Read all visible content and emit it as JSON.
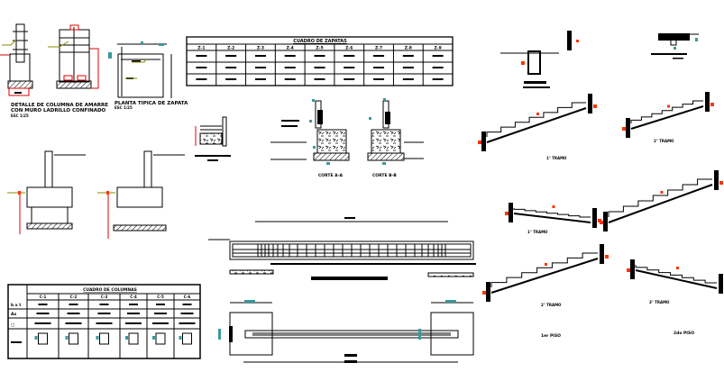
{
  "footing_column_detail": {
    "title_line1": "DETALLE DE COLUMNA DE AMARRE",
    "title_line2": "CON MURO LADRILLO CONFINADO",
    "scale": "ESC 1/25"
  },
  "footing_plan": {
    "title": "PLANTA TIPICA DE ZAPATA",
    "scale": "ESC 1/25"
  },
  "footing_schedule": {
    "title": "CUADRO DE ZAPATAS",
    "columns": [
      "Z-1",
      "Z-2",
      "Z-3",
      "Z-4",
      "Z-5",
      "Z-6",
      "Z-7",
      "Z-8",
      "Z-9"
    ]
  },
  "sections": {
    "corte_a": "CORTE A-A",
    "corte_b": "CORTE B-B"
  },
  "column_schedule": {
    "title": "CUADRO DE COLUMNAS",
    "column_headers": [
      "C-1",
      "C-2",
      "C-3",
      "C-4",
      "C-5",
      "C-6"
    ],
    "row_labels": [
      "b x t",
      "As",
      "□",
      ""
    ]
  },
  "stairs": {
    "first_floor": "1er PISO",
    "second_floor": "2do PISO",
    "flights": [
      "1° TRAMO",
      "2° TRAMO",
      "1° TRAMO",
      "2° TRAMO",
      "3° TRAMO"
    ]
  },
  "colors": {
    "lines": "#000000",
    "red_dimension": "#e00000",
    "leader_yellow": "#8a8a00",
    "cyan_tag": "#3a9a9a",
    "orange_marker": "#ff3300"
  }
}
